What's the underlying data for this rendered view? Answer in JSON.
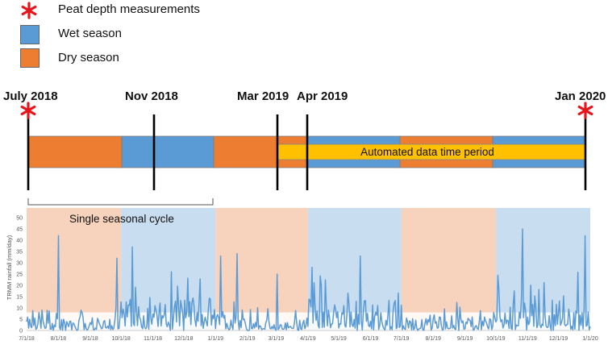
{
  "legend": {
    "peat": {
      "label": "Peat depth measurements",
      "icon": "red-asterisk-icon",
      "color": "#e8141b"
    },
    "wet": {
      "label": "Wet season",
      "color": "#5b9bd5"
    },
    "dry": {
      "label": "Dry season",
      "color": "#ed7d31"
    }
  },
  "timeline": {
    "milestones": [
      "July 2018",
      "Nov 2018",
      "Mar 2019",
      "Apr 2019",
      "Jan 2020"
    ],
    "automated_label": "Automated data time period",
    "automated_color": "#ffc000",
    "cycle_label": "Single seasonal cycle"
  },
  "chart_data": {
    "type": "line",
    "ylabel": "TRMM rainfall (mm/day)",
    "ylim": [
      0,
      50
    ],
    "yticks": [
      0,
      5,
      10,
      15,
      20,
      25,
      30,
      35,
      40,
      45,
      50
    ],
    "xticks": [
      "7/1/18",
      "8/1/18",
      "9/1/18",
      "10/1/18",
      "11/1/18",
      "12/1/18",
      "1/1/19",
      "2/1/19",
      "3/1/19",
      "4/1/19",
      "5/1/19",
      "6/1/19",
      "7/1/19",
      "8/1/19",
      "9/1/19",
      "10/1/19",
      "11/1/19",
      "12/1/19",
      "1/1/20"
    ],
    "line_color": "#5b9bd5",
    "seasons": [
      {
        "season": "dry",
        "start": "7/1/18",
        "end": "10/1/18"
      },
      {
        "season": "wet",
        "start": "10/1/18",
        "end": "1/1/19"
      },
      {
        "season": "dry",
        "start": "1/1/19",
        "end": "4/1/19"
      },
      {
        "season": "wet",
        "start": "4/1/19",
        "end": "7/1/19"
      },
      {
        "season": "dry",
        "start": "7/1/19",
        "end": "10/1/19"
      },
      {
        "season": "wet",
        "start": "10/1/19",
        "end": "1/1/20"
      }
    ],
    "peaks": [
      {
        "date": "8/1/18",
        "value": 42
      },
      {
        "date": "9/27/18",
        "value": 32
      },
      {
        "date": "10/12/18",
        "value": 37
      },
      {
        "date": "1/6/19",
        "value": 33
      },
      {
        "date": "1/22/19",
        "value": 34
      },
      {
        "date": "3/2/19",
        "value": 25
      },
      {
        "date": "4/5/19",
        "value": 28
      },
      {
        "date": "5/22/19",
        "value": 33
      },
      {
        "date": "10/27/19",
        "value": 45
      },
      {
        "date": "12/27/19",
        "value": 42
      }
    ]
  }
}
